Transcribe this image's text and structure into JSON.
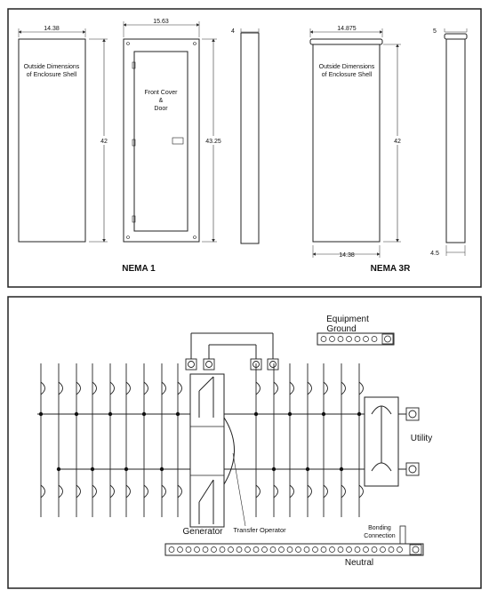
{
  "top_panel": {
    "nema1": {
      "title": "NEMA 1",
      "shell_label_line1": "Outside Dimensions",
      "shell_label_line2": "of Enclosure Shell",
      "shell_width": "14.38",
      "shell_height": "42",
      "cover_width": "15.63",
      "cover_height": "43.25",
      "cover_label_line1": "Front Cover",
      "cover_label_line2": "&",
      "cover_label_line3": "Door",
      "side_depth": "4"
    },
    "nema3r": {
      "title": "NEMA 3R",
      "shell_label_line1": "Outside Dimensions",
      "shell_label_line2": "of Enclosure Shell",
      "top_width": "14.875",
      "bottom_width": "14.38",
      "shell_height": "42",
      "side_top_depth": "5",
      "side_bottom_depth": "4.5"
    }
  },
  "bottom_panel": {
    "equipment_ground_line1": "Equipment",
    "equipment_ground_line2": "Ground",
    "utility": "Utility",
    "generator": "Generator",
    "transfer_operator": "Transfer Operator",
    "bonding_line1": "Bonding",
    "bonding_line2": "Connection",
    "neutral": "Neutral"
  }
}
